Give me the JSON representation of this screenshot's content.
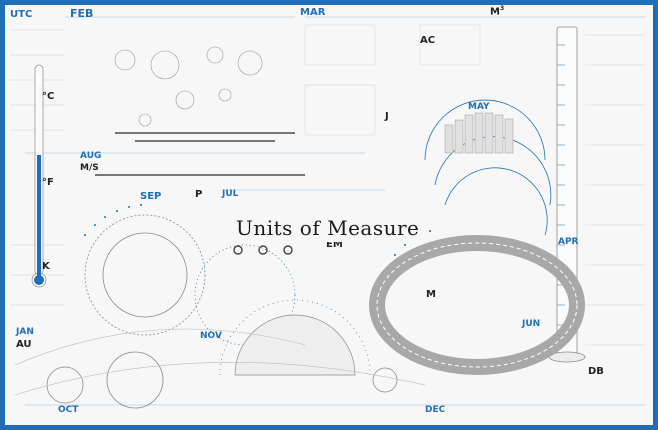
{
  "title": "Units of Measure",
  "sections": {
    "utc": "UTC",
    "feb": "FEB",
    "mar": "MAR",
    "m3": "M",
    "m3_sup": "3",
    "ac": "AC",
    "celsius": "°C",
    "fahrenheit": "°F",
    "kelvin": "K",
    "aug": "AUG",
    "ms": "M/S",
    "sep": "SEP",
    "p": "P",
    "jul": "JUL",
    "j": "J",
    "may": "MAY",
    "apr": "APR",
    "em": "EM",
    "jan": "JAN",
    "au": "AU",
    "nov": "NOV",
    "oct": "OCT",
    "dec": "DEC",
    "m": "M",
    "jun": "JUN",
    "db": "DB"
  },
  "colors": {
    "accent": "#1e6fb8",
    "ink": "#222222",
    "paper": "#f7f7f7"
  }
}
